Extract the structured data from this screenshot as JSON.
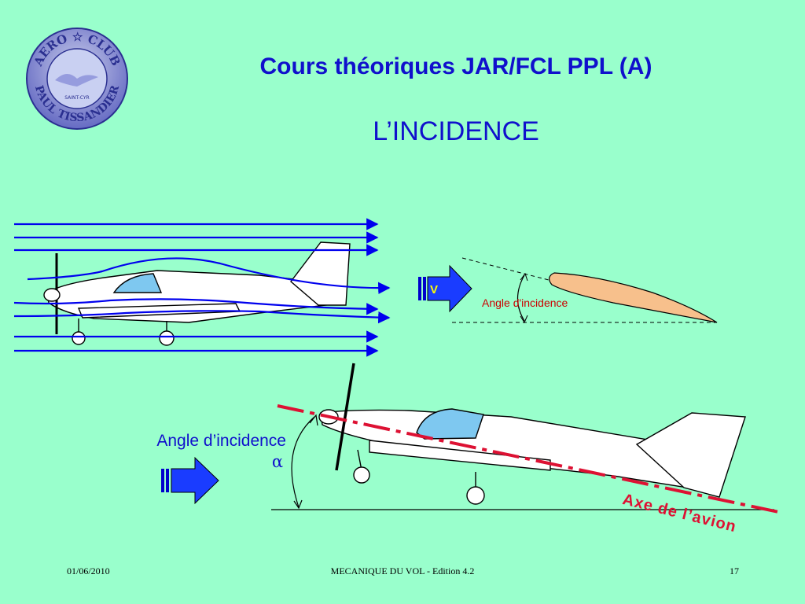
{
  "header": {
    "title": "Cours théoriques JAR/FCL PPL (A)",
    "subtitle": "L’INCIDENCE"
  },
  "logo": {
    "top_text": "AERO ☆ CLUB",
    "bottom_text": "PAUL TISSANDIER",
    "center_text": "SAINT-CYR"
  },
  "diagram": {
    "airfoil_label": "Angle d'incidence",
    "velocity_label": "V",
    "incidence_label": "Angle d’incidence",
    "alpha_symbol": "α",
    "axis_label": "Axe de l’avion"
  },
  "footer": {
    "date": "01/06/2010",
    "center": "MECANIQUE DU VOL - Edition 4.2",
    "page": "17"
  },
  "colors": {
    "background": "#99ffcc",
    "title": "#1010cc",
    "airflow": "#0000ee",
    "airfoil": "#f7c08c",
    "axis": "#dd1133",
    "canopy": "#7ec8f0"
  }
}
